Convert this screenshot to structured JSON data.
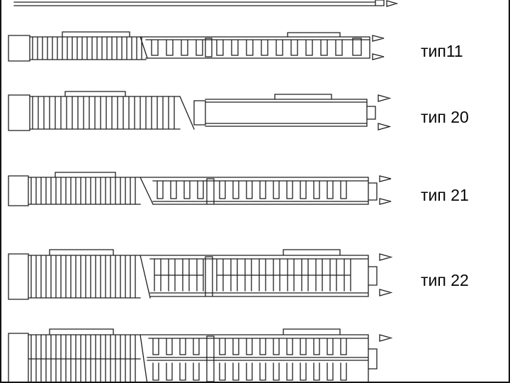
{
  "diagram": {
    "line_color": "#1f1f1f",
    "background": "#ffffff",
    "kind": "panel-radiator-cross-sections"
  },
  "rows": [
    {
      "label": "тип11",
      "panels": 1,
      "convectors": 1
    },
    {
      "label": "тип 20",
      "panels": 2,
      "convectors": 0
    },
    {
      "label": "тип 21",
      "panels": 2,
      "convectors": 1
    },
    {
      "label": "тип 22",
      "panels": 2,
      "convectors": 2
    },
    {
      "label": "",
      "panels": 3,
      "convectors": 3
    }
  ]
}
